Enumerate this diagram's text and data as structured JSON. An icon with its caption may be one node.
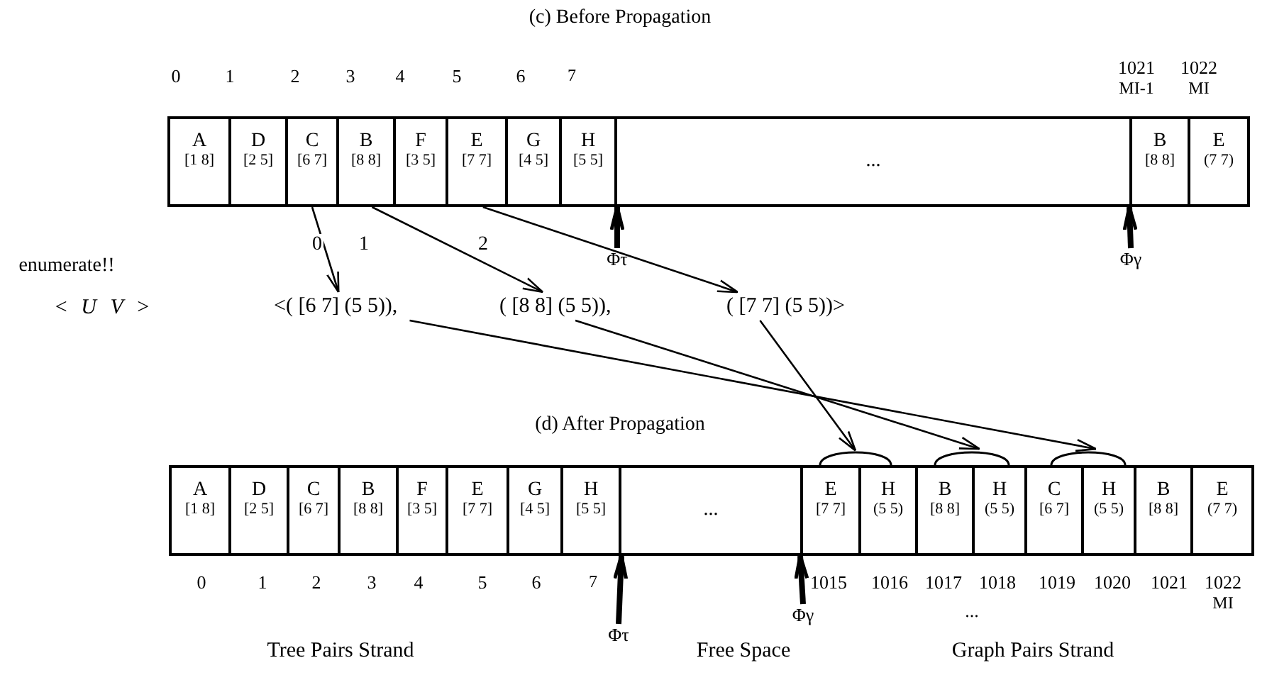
{
  "diagram": {
    "nodes": [
      {
        "text": [
          "A",
          "[1 8]"
        ]
      },
      {
        "text": [
          "D",
          "[2 5]"
        ]
      },
      {
        "text": [
          "C",
          "[6 7]"
        ]
      },
      {
        "text": [
          "B",
          "[8 8]"
        ]
      },
      {
        "text": [
          "F",
          "[3 5]"
        ]
      },
      {
        "text": [
          "E",
          "[7 7]"
        ]
      },
      {
        "text": [
          "G",
          "[4 5]"
        ]
      },
      {
        "text": [
          "H",
          "[5 5]"
        ]
      },
      {
        "text": [
          "..."
        ]
      },
      {
        "text": [
          "B",
          "[8 8]"
        ]
      },
      {
        "text": [
          "E",
          "(7 7)"
        ]
      },
      {
        "text": [
          "Φτ"
        ]
      },
      {
        "text": [
          "Φγ"
        ]
      },
      {
        "text": [
          "<( [6 7] (5 5)),"
        ]
      },
      {
        "text": [
          "( [8 8] (5 5)),"
        ]
      },
      {
        "text": [
          "( [7 7] (5 5))>"
        ]
      },
      {
        "text": [],
        "shape": "arc"
      },
      {
        "text": [],
        "shape": "arc"
      },
      {
        "text": [],
        "shape": "arc"
      },
      {
        "text": [
          "A",
          "[1 8]"
        ]
      },
      {
        "text": [
          "D",
          "[2 5]"
        ]
      },
      {
        "text": [
          "C",
          "[6 7]"
        ]
      },
      {
        "text": [
          "B",
          "[8 8]"
        ]
      },
      {
        "text": [
          "F",
          "[3 5]"
        ]
      },
      {
        "text": [
          "E",
          "[7 7]"
        ]
      },
      {
        "text": [
          "G",
          "[4 5]"
        ]
      },
      {
        "text": [
          "H",
          "[5 5]"
        ]
      },
      {
        "text": [
          "..."
        ]
      },
      {
        "text": [
          "E",
          "[7 7]"
        ]
      },
      {
        "text": [
          "H",
          "(5 5)"
        ]
      },
      {
        "text": [
          "B",
          "[8 8]"
        ]
      },
      {
        "text": [
          "H",
          "(5 5)"
        ]
      },
      {
        "text": [
          "C",
          "[6 7]"
        ]
      },
      {
        "text": [
          "H",
          "(5 5)"
        ]
      },
      {
        "text": [
          "B",
          "[8 8]"
        ]
      },
      {
        "text": [
          "E",
          "(7 7)"
        ]
      },
      {
        "text": [
          "Φτ"
        ]
      },
      {
        "text": [
          "Φγ"
        ]
      }
    ],
    "edges": [
      {
        "from": 2,
        "to": 13,
        "arrow": "to",
        "label": "0"
      },
      {
        "from": 3,
        "to": 14,
        "arrow": "to",
        "label": "1"
      },
      {
        "from": 5,
        "to": 15,
        "arrow": "to",
        "label": "2"
      },
      {
        "from": 11,
        "to": 7,
        "arrow": "to",
        "style": "thick"
      },
      {
        "from": 12,
        "to": 9,
        "arrow": "to",
        "style": "thick"
      },
      {
        "from": 15,
        "to": 16,
        "arrow": "to"
      },
      {
        "from": 14,
        "to": 17,
        "arrow": "to"
      },
      {
        "from": 13,
        "to": 18,
        "arrow": "to"
      },
      {
        "from": 36,
        "to": 26,
        "arrow": "to",
        "style": "thick"
      },
      {
        "from": 37,
        "to": 28,
        "arrow": "to",
        "style": "thick"
      }
    ],
    "labels": [
      "(c) Before Propagation",
      "0",
      "1",
      "2",
      "3",
      "4",
      "5",
      "6",
      "7",
      "1021",
      "MI-1",
      "1022",
      "MI",
      "enumerate!!",
      "< *U* *V* >",
      "(d) After Propagation",
      "0",
      "1",
      "2",
      "3",
      "4",
      "5",
      "6",
      "7",
      "1015",
      "1016",
      "1017",
      "1018",
      "1019",
      "1020",
      "1021",
      "1022",
      "MI",
      "...",
      "Tree Pairs Strand",
      "Free Space",
      "Graph Pairs Strand"
    ]
  }
}
